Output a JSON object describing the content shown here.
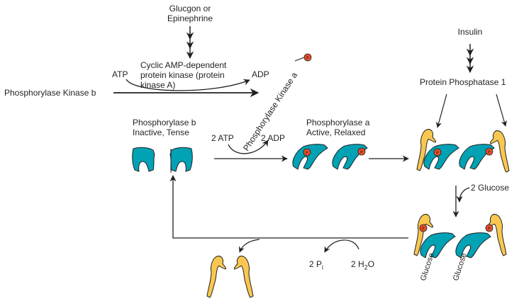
{
  "colors": {
    "enzyme": "#00a2b4",
    "phosphate": "#e8502a",
    "phosphatase": "#f9c74f",
    "stroke": "#231f20"
  },
  "top_left": {
    "hormone_line1": "Glucgon or",
    "hormone_line2": "Epinephrine",
    "kinase_line1": "Cyclic AMP-dependent",
    "kinase_line2": "protein kinase (protein",
    "kinase_line3": "kinase A)",
    "atp": "ATP",
    "adp": "ADP",
    "phosphorylase_kinase_b": "Phosphorylase Kinase b",
    "phosphorylase_kinase_a": "Phosphorylase Kinase a"
  },
  "top_right": {
    "insulin": "Insulin",
    "phosphatase": "Protein Phosphatase 1"
  },
  "middle": {
    "phos_b_line1": "Phosphorylase b",
    "phos_b_line2": "Inactive, Tense",
    "two_atp": "2 ATP",
    "two_adp": "2 ADP",
    "phos_a_line1": "Phosphorylase a",
    "phos_a_line2": "Active, Relaxed"
  },
  "bottom": {
    "two_glucose": "2 Glucose",
    "glucose_1": "Glucose",
    "glucose_2": "Glucose",
    "two_pi_prefix": "2 P",
    "two_pi_sub": "i",
    "water_prefix": "2 H",
    "water_sub": "2",
    "water_suffix": "O"
  }
}
